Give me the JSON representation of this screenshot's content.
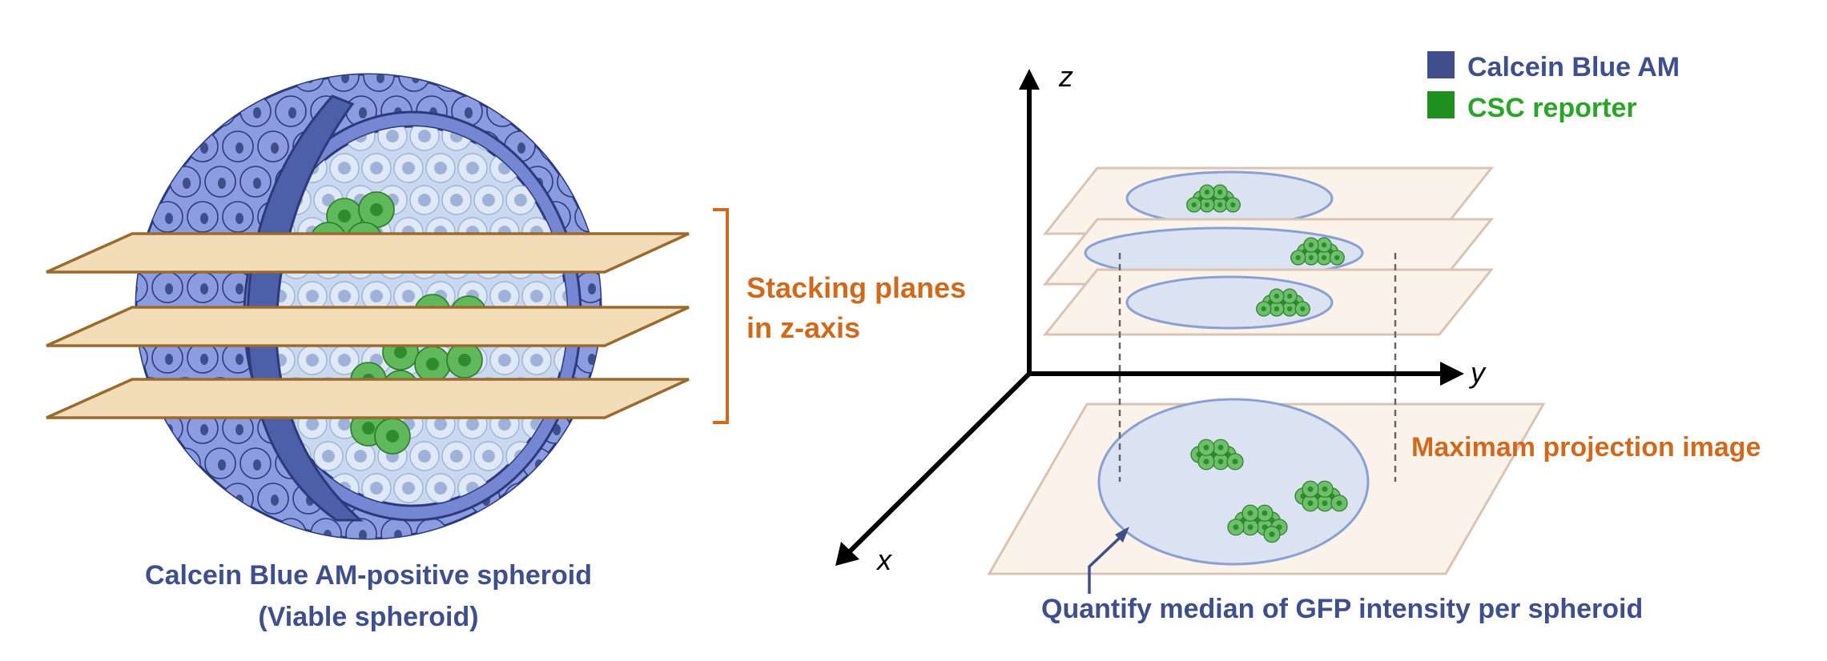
{
  "colors": {
    "calcein_blue": "#3f4f8c",
    "csc_green": "#1f8f1f",
    "orange": "#d1691d",
    "plane_fill": "#f3dcb8",
    "plane_edge": "#9a6b2e",
    "cell_blue": "#8b9de0",
    "cell_light": "#c9d8ef",
    "green_cell": "#5fb85a"
  },
  "legend": [
    {
      "label": "Calcein Blue AM",
      "color": "#3f4f8c"
    },
    {
      "label": "CSC reporter",
      "color": "#1f8f1f"
    }
  ],
  "left_panel": {
    "bracket_label_line1": "Stacking planes",
    "bracket_label_line2": "in z-axis",
    "caption_line1": "Calcein Blue AM-positive spheroid",
    "caption_line2": "(Viable spheroid)"
  },
  "right_panel": {
    "axis_z": "z",
    "axis_y": "y",
    "axis_x": "x",
    "projection_label": "Maximam projection image",
    "quantify_label": "Quantify median of GFP intensity per spheroid"
  }
}
